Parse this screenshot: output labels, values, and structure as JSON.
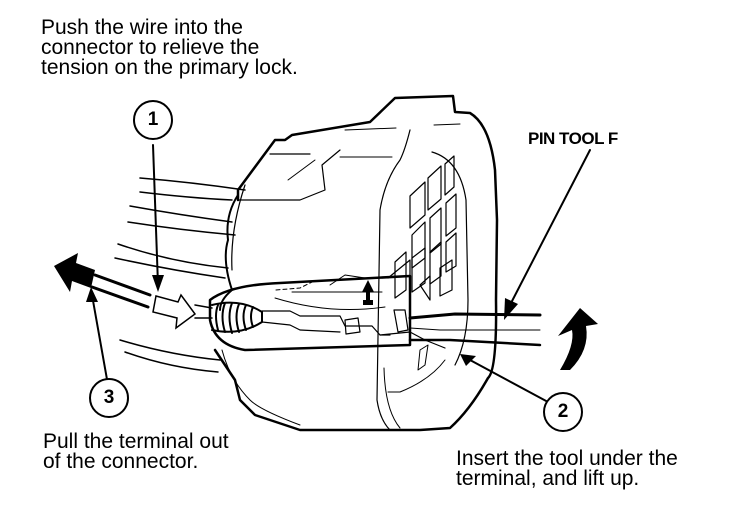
{
  "diagram": {
    "steps": [
      {
        "number": "1",
        "instruction": "Push the wire into the\nconnector to relieve the\ntension on the primary lock."
      },
      {
        "number": "2",
        "instruction": "Insert the tool under the\nterminal, and lift up."
      },
      {
        "number": "3",
        "instruction": "Pull the terminal out\nof the connector."
      }
    ],
    "tool_label": "PIN TOOL F",
    "colors": {
      "line": "#000000",
      "background": "#ffffff"
    }
  }
}
